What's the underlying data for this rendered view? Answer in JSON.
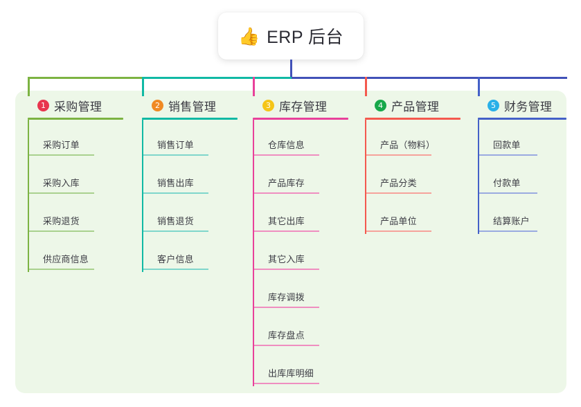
{
  "root": {
    "emoji": "👍",
    "emoji_name": "thumbs-up-icon",
    "title": "ERP 后台"
  },
  "theme": {
    "panel_bg": "#edf7e8",
    "page_bg": "#ffffff",
    "trunk_color": "#4151b8",
    "connector_segments": [
      "#7cb342",
      "#10b9a4",
      "#4151b8"
    ]
  },
  "columns": [
    {
      "number": "1",
      "title": "采购管理",
      "badge_color": "#e8354e",
      "line_color": "#7cb342",
      "leaf_color": "#a9d18e",
      "items": [
        "采购订单",
        "采购入库",
        "采购退货",
        "供应商信息"
      ]
    },
    {
      "number": "2",
      "title": "销售管理",
      "badge_color": "#f08a24",
      "line_color": "#10b9a4",
      "leaf_color": "#7fd6cb",
      "items": [
        "销售订单",
        "销售出库",
        "销售退货",
        "客户信息"
      ]
    },
    {
      "number": "3",
      "title": "库存管理",
      "badge_color": "#f5c518",
      "line_color": "#e8419a",
      "leaf_color": "#ef8ec0",
      "items": [
        "仓库信息",
        "产品库存",
        "其它出库",
        "其它入库",
        "库存调拨",
        "库存盘点",
        "出库库明细"
      ]
    },
    {
      "number": "4",
      "title": "产品管理",
      "badge_color": "#17a84a",
      "line_color": "#f4594e",
      "leaf_color": "#f6a29b",
      "items": [
        "产品（物料）",
        "产品分类",
        "产品单位"
      ]
    },
    {
      "number": "5",
      "title": "财务管理",
      "badge_color": "#29b0e8",
      "line_color": "#4460c8",
      "leaf_color": "#9aaae0",
      "items": [
        "回款单",
        "付款单",
        "结算账户"
      ]
    }
  ]
}
